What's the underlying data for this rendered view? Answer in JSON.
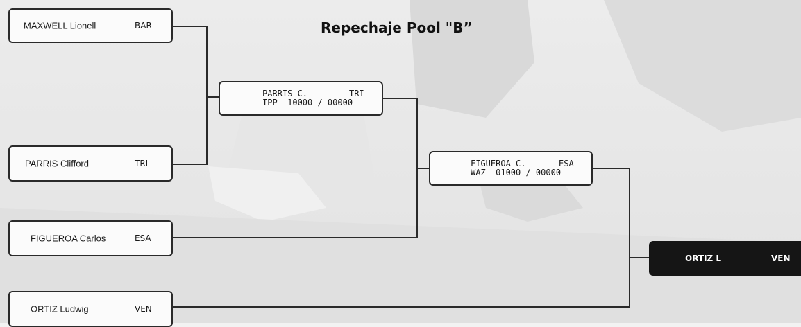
{
  "title": "Repechaje Pool \"B”",
  "entrants": [
    {
      "name": "MAXWELL Lionell",
      "country": "BAR"
    },
    {
      "name": "PARRIS Clifford",
      "country": "TRI"
    },
    {
      "name": "FIGUEROA Carlos",
      "country": "ESA"
    },
    {
      "name": "ORTIZ Ludwig",
      "country": "VEN"
    }
  ],
  "matches": [
    {
      "winner": "PARRIS C.",
      "country": "TRI",
      "score": "IPP  10000 / 00000"
    },
    {
      "winner": "FIGUEROA C.",
      "country": "ESA",
      "score": "WAZ  01000 / 00000"
    }
  ],
  "final_winner": {
    "name": "ORTIZ L",
    "country": "VEN"
  },
  "colors": {
    "line": "#2a2a2a",
    "winner_bg": "#151515",
    "box_bg": "#fbfbfb"
  }
}
